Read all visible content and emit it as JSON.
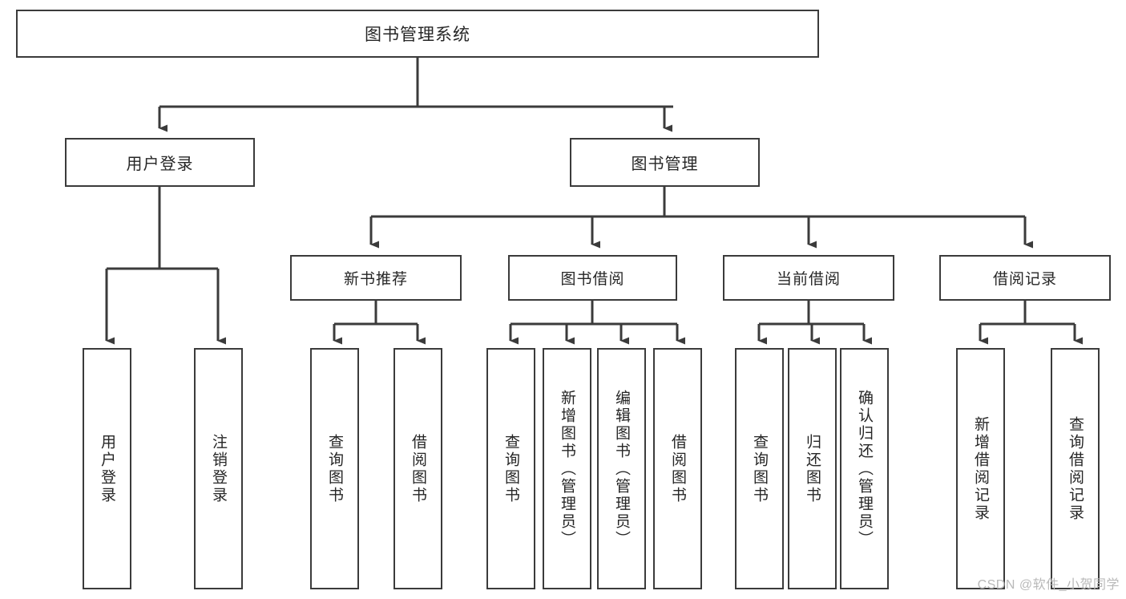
{
  "diagram": {
    "title": "图书管理系统",
    "watermark": "CSDN @软件_小贺同学",
    "colors": {
      "stroke": "#3b3b3b",
      "text": "#262626",
      "background": "#ffffff",
      "watermark": "#b9b9b9"
    },
    "level1": [
      {
        "label": "用户登录"
      },
      {
        "label": "图书管理"
      }
    ],
    "level2": [
      {
        "label": "新书推荐"
      },
      {
        "label": "图书借阅"
      },
      {
        "label": "当前借阅"
      },
      {
        "label": "借阅记录"
      }
    ],
    "leaves": {
      "user_login": [
        {
          "label": "用户登录"
        },
        {
          "label": "注销登录"
        }
      ],
      "new_book_recommend": [
        {
          "label": "查询图书"
        },
        {
          "label": "借阅图书"
        }
      ],
      "book_borrow": [
        {
          "label": "查询图书"
        },
        {
          "label": "新增图书（管理员）"
        },
        {
          "label": "编辑图书（管理员）"
        },
        {
          "label": "借阅图书"
        }
      ],
      "current_borrow": [
        {
          "label": "查询图书"
        },
        {
          "label": "归还图书"
        },
        {
          "label": "确认归还（管理员）"
        }
      ],
      "borrow_record": [
        {
          "label": "新增借阅记录"
        },
        {
          "label": "查询借阅记录"
        }
      ]
    }
  },
  "chart_data": {
    "type": "table",
    "title": "图书管理系统",
    "structure": "hierarchy-tree",
    "levels": 4,
    "nodes": [
      {
        "id": "root",
        "label": "图书管理系统",
        "level": 0,
        "parent": null
      },
      {
        "id": "user-login",
        "label": "用户登录",
        "level": 1,
        "parent": "root"
      },
      {
        "id": "book-manage",
        "label": "图书管理",
        "level": 1,
        "parent": "root"
      },
      {
        "id": "new-book",
        "label": "新书推荐",
        "level": 2,
        "parent": "book-manage"
      },
      {
        "id": "book-borrow",
        "label": "图书借阅",
        "level": 2,
        "parent": "book-manage"
      },
      {
        "id": "current-borrow",
        "label": "当前借阅",
        "level": 2,
        "parent": "book-manage"
      },
      {
        "id": "borrow-record",
        "label": "借阅记录",
        "level": 2,
        "parent": "book-manage"
      },
      {
        "id": "leaf-user-login",
        "label": "用户登录",
        "level": 2,
        "parent": "user-login"
      },
      {
        "id": "leaf-logout",
        "label": "注销登录",
        "level": 2,
        "parent": "user-login"
      },
      {
        "id": "leaf-nb-query",
        "label": "查询图书",
        "level": 3,
        "parent": "new-book"
      },
      {
        "id": "leaf-nb-borrow",
        "label": "借阅图书",
        "level": 3,
        "parent": "new-book"
      },
      {
        "id": "leaf-bb-query",
        "label": "查询图书",
        "level": 3,
        "parent": "book-borrow"
      },
      {
        "id": "leaf-bb-add",
        "label": "新增图书（管理员）",
        "level": 3,
        "parent": "book-borrow"
      },
      {
        "id": "leaf-bb-edit",
        "label": "编辑图书（管理员）",
        "level": 3,
        "parent": "book-borrow"
      },
      {
        "id": "leaf-bb-borrow",
        "label": "借阅图书",
        "level": 3,
        "parent": "book-borrow"
      },
      {
        "id": "leaf-cb-query",
        "label": "查询图书",
        "level": 3,
        "parent": "current-borrow"
      },
      {
        "id": "leaf-cb-return",
        "label": "归还图书",
        "level": 3,
        "parent": "current-borrow"
      },
      {
        "id": "leaf-cb-confirm",
        "label": "确认归还（管理员）",
        "level": 3,
        "parent": "current-borrow"
      },
      {
        "id": "leaf-br-add",
        "label": "新增借阅记录",
        "level": 3,
        "parent": "borrow-record"
      },
      {
        "id": "leaf-br-query",
        "label": "查询借阅记录",
        "level": 3,
        "parent": "borrow-record"
      }
    ]
  }
}
